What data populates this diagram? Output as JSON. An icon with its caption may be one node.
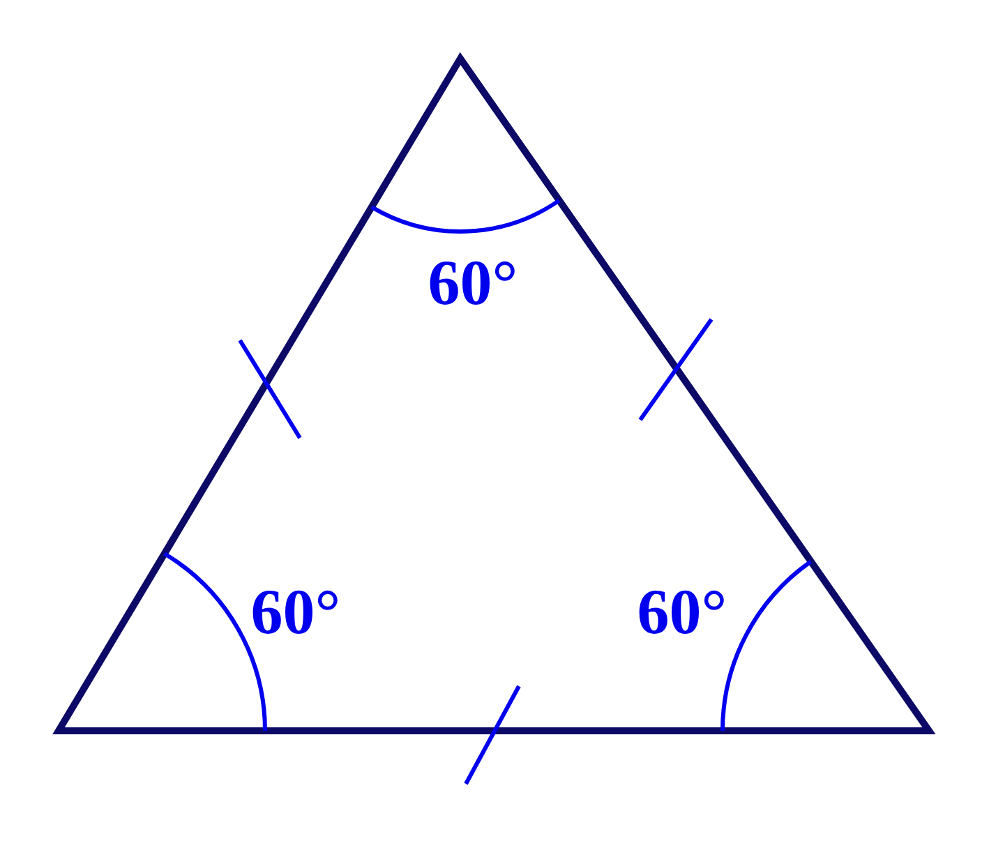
{
  "diagram": {
    "labels": [
      "60°",
      "60°",
      "60°"
    ]
  }
}
